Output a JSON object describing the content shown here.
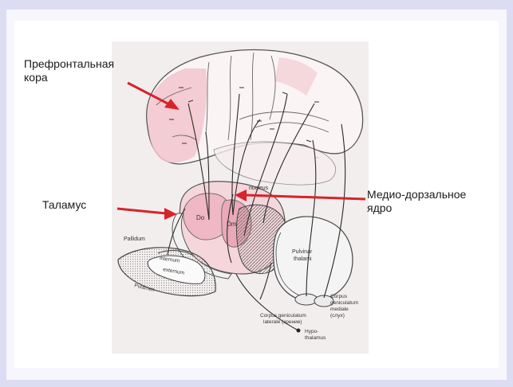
{
  "labels": {
    "prefrontal_cortex": "Префронтальная\nкора",
    "thalamus": "Таламус",
    "mediodorsal_nucleus": "Медио-дорзальное\nядро"
  },
  "figure_labels": {
    "nucleus": "nucleus",
    "do": "Do",
    "dm": "Dm",
    "pallidum": "Pallidum",
    "internum": "internum",
    "externum": "externum",
    "putamen": "Putamen",
    "pulvinar": "Pulvinar\nthalami",
    "cgl": "Corpus geniculatum\nlaterale (зрение)",
    "cgm": "Corpus\ngeniculatum\nmediale\n(слух)",
    "hypothalamus": "Hypo-\nthalamus"
  },
  "colors": {
    "arrow": "#d8232a",
    "pink": "#f2c4cc",
    "outline": "#4a4a4a"
  }
}
